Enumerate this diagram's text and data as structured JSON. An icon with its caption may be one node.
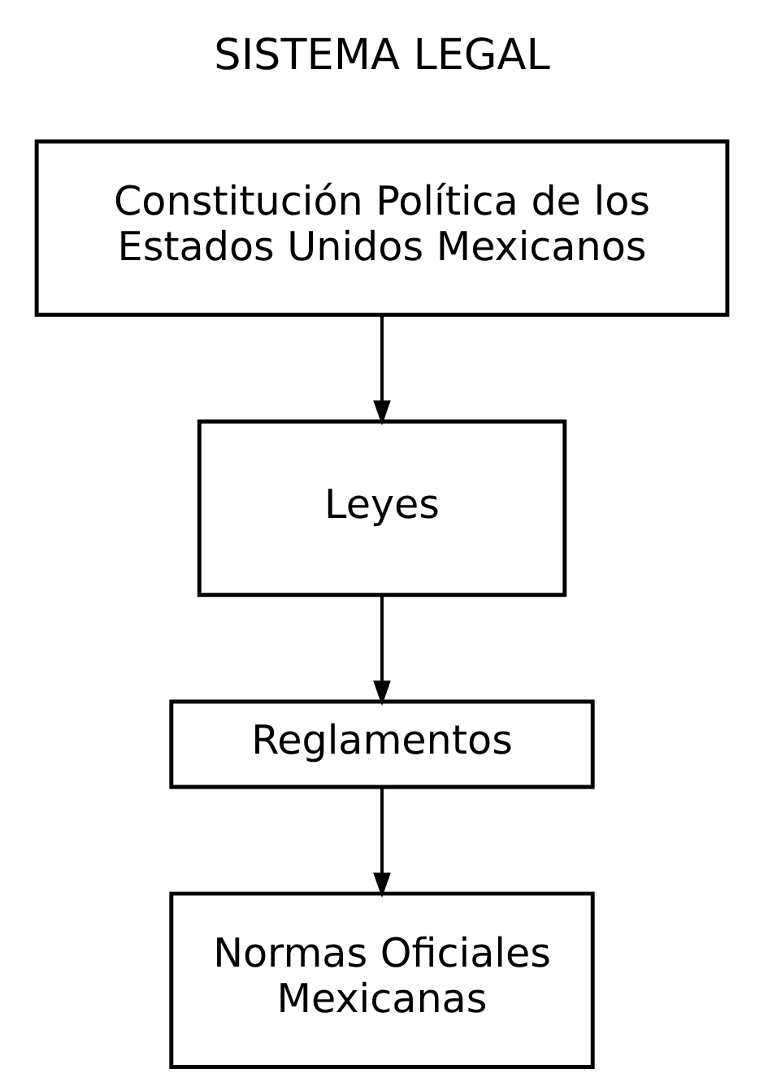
{
  "diagram": {
    "title": "SISTEMA LEGAL",
    "nodes": [
      {
        "text": [
          "Constitución Política de los Estados Unidos Mexicanos"
        ]
      },
      {
        "text": [
          "Leyes"
        ]
      },
      {
        "text": [
          "Reglamentos"
        ]
      },
      {
        "text": [
          "Normas Oficiales Mexicanas"
        ]
      }
    ],
    "edges": [
      {
        "from": 0,
        "to": 1,
        "arrow": "to"
      },
      {
        "from": 1,
        "to": 2,
        "arrow": "to"
      },
      {
        "from": 2,
        "to": 3,
        "arrow": "to"
      }
    ]
  }
}
